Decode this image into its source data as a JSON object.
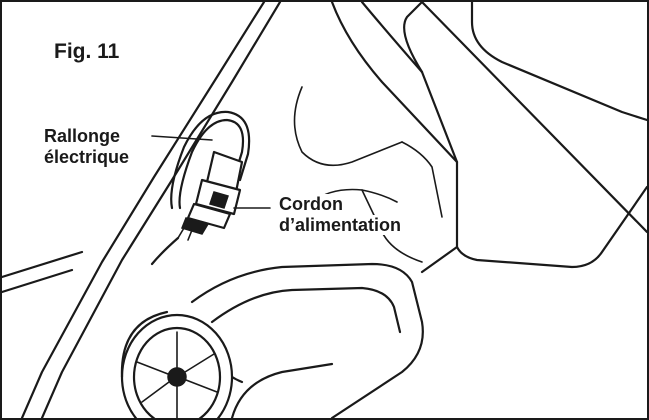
{
  "figure": {
    "title": "Fig. 11",
    "labels": {
      "extension_cord": [
        "Rallonge",
        "électrique"
      ],
      "power_cord": [
        "Cordon",
        "d’alimentation"
      ]
    },
    "colors": {
      "ink": "#1a1a1a",
      "background": "#ffffff",
      "frame": "#1a1a1a"
    },
    "icons": [
      "extension-cord-plug-icon",
      "power-cord-plug-icon",
      "wheel-icon"
    ]
  }
}
